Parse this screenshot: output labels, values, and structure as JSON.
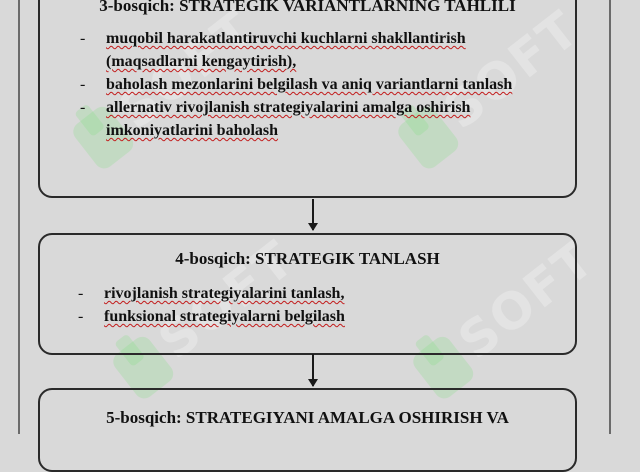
{
  "stage3": {
    "title": "3-bosqich: STRATEGIK VARIANTLARNING TAHLILI",
    "items": [
      "muqobil harakatlantiruvchi kuchlarni shakllantirish (maqsadlarni kengaytirish),",
      "baholash mezonlarini belgilash va aniq variantlarni tanlash",
      "allernativ rivojlanish strategiyalarini amalga oshirish imkoniyatlarini baholash"
    ]
  },
  "stage4": {
    "title": "4-bosqich: STRATEGIK TANLASH",
    "items": [
      "rivojlanish strategiyalarini tanlash,",
      "funksional strategiyalarni belgilash"
    ]
  },
  "stage5": {
    "title": "5-bosqich: STRATEGIYANI AMALGA OSHIRISH VA"
  },
  "bullet_char": "-",
  "watermark": "SOFT"
}
